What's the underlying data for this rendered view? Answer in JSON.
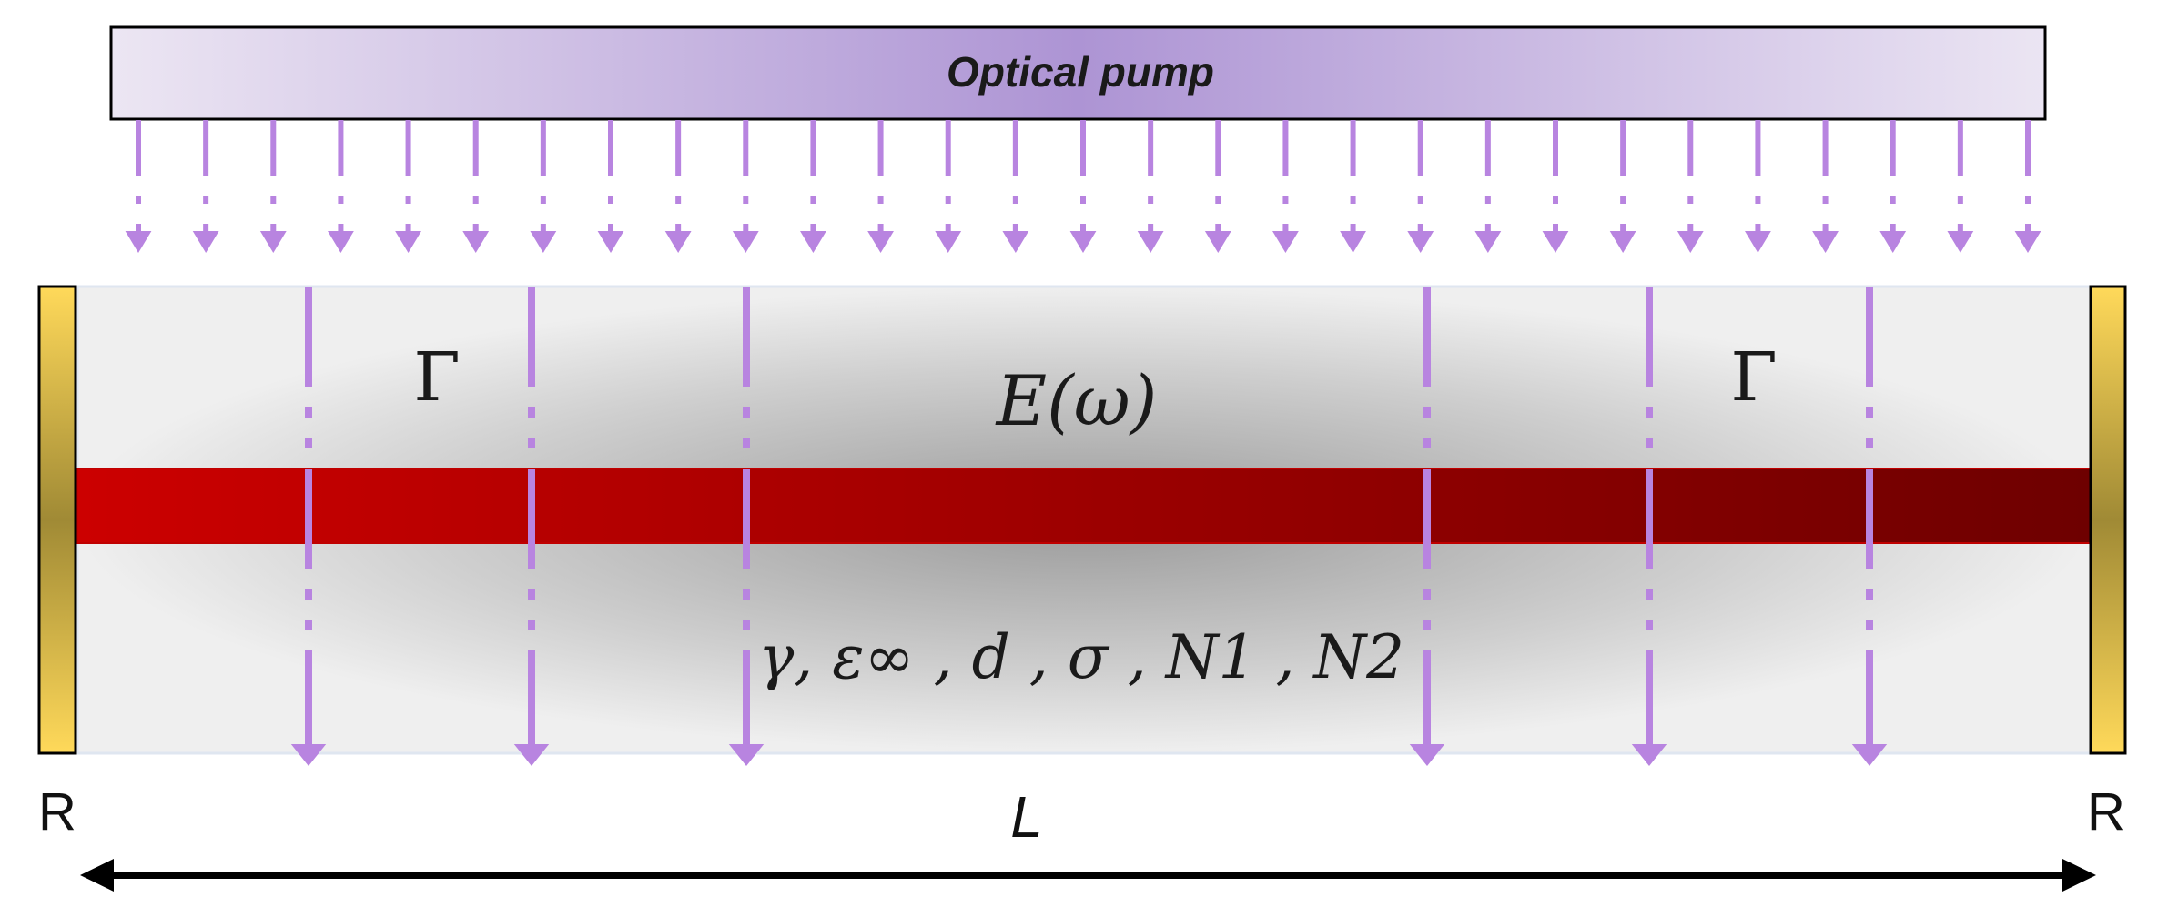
{
  "pump": {
    "label": "Optical pump",
    "arrow_count": 29
  },
  "cavity": {
    "gain_label_left": "Γ",
    "gain_label_right": "Γ",
    "field_label": "E(ω)",
    "parameters_label": "γ, ε∞ , d , σ , N1 , N2",
    "long_arrow_count": 6
  },
  "mirrors": {
    "left_label": "R",
    "right_label": "R"
  },
  "length": {
    "label": "L"
  },
  "colors": {
    "pump_arrow": "#b884e0",
    "beam_start": "#cc0000",
    "beam_end": "#6e0000",
    "mirror": "#e6bf3c",
    "cavity_edge": "#eeeeee",
    "cavity_center": "#9a9a9a"
  }
}
